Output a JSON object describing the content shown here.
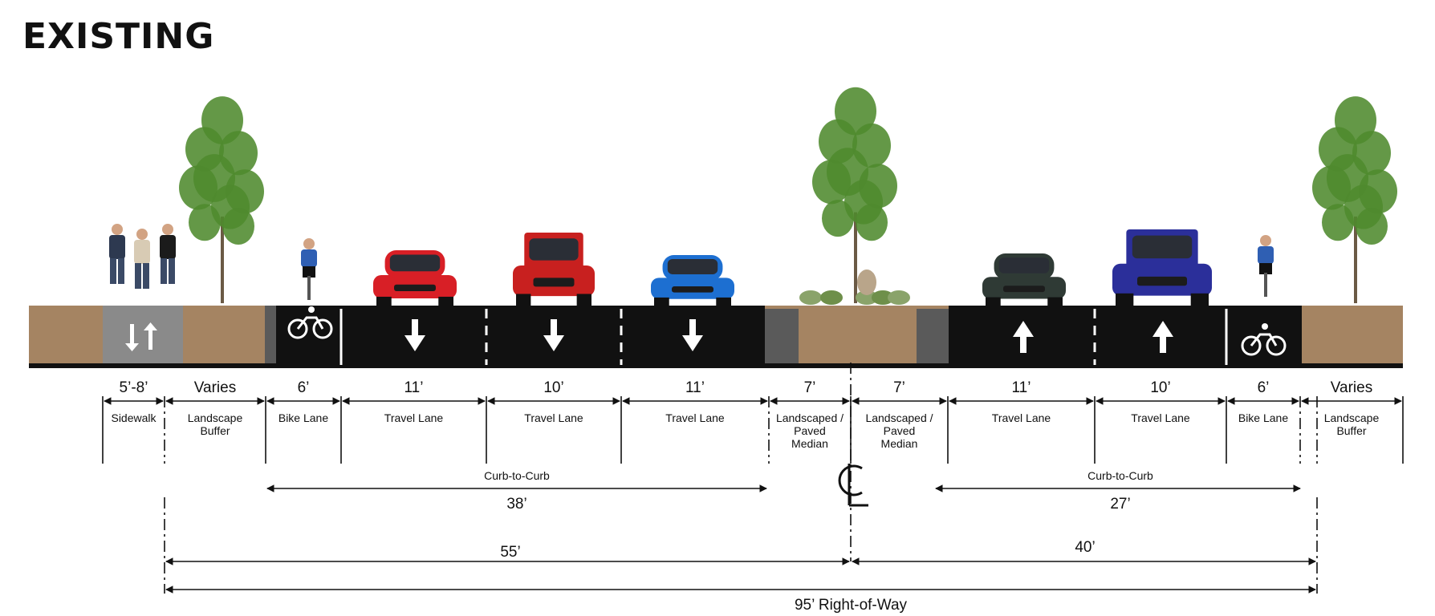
{
  "title": "EXISTING",
  "segments": [
    {
      "id": "sidewalk",
      "dim": "5’-8’",
      "label": [
        "Sidewalk"
      ],
      "icon": "two-way-arrows-icon"
    },
    {
      "id": "landscape-buffer-left",
      "dim": "Varies",
      "label": [
        "Landscape",
        "Buffer"
      ],
      "icon": "tree-icon"
    },
    {
      "id": "bike-lane-left",
      "dim": "6’",
      "label": [
        "Bike Lane"
      ],
      "icon": "bicycle-icon"
    },
    {
      "id": "travel-lane-1",
      "dim": "11’",
      "label": [
        "Travel Lane"
      ],
      "icon": "arrow-down-icon"
    },
    {
      "id": "travel-lane-2",
      "dim": "10’",
      "label": [
        "Travel Lane"
      ],
      "icon": "arrow-down-icon"
    },
    {
      "id": "travel-lane-3",
      "dim": "11’",
      "label": [
        "Travel Lane"
      ],
      "icon": "arrow-down-icon"
    },
    {
      "id": "median-left",
      "dim": "7’",
      "label": [
        "Landscaped /",
        "Paved",
        "Median"
      ],
      "icon": "tree-icon"
    },
    {
      "id": "median-right",
      "dim": "7’",
      "label": [
        "Landscaped /",
        "Paved",
        "Median"
      ],
      "icon": "tree-icon"
    },
    {
      "id": "travel-lane-4",
      "dim": "11’",
      "label": [
        "Travel Lane"
      ],
      "icon": "arrow-up-icon"
    },
    {
      "id": "travel-lane-5",
      "dim": "10’",
      "label": [
        "Travel Lane"
      ],
      "icon": "arrow-up-icon"
    },
    {
      "id": "bike-lane-right",
      "dim": "6’",
      "label": [
        "Bike Lane"
      ],
      "icon": "bicycle-icon"
    },
    {
      "id": "landscape-buffer-right",
      "dim": "Varies",
      "label": [
        "Landscape",
        "Buffer"
      ],
      "icon": "tree-icon"
    }
  ],
  "curb_left": {
    "label": "Curb-to-Curb",
    "value": "38’"
  },
  "curb_right": {
    "label": "Curb-to-Curb",
    "value": "27’"
  },
  "half_left": "55’",
  "half_right": "40’",
  "row_total": "95’ Right-of-Way",
  "centerline_symbol": "centerline-icon",
  "colors": {
    "asphalt": "#111111",
    "soil": "#a58462",
    "sidewalk": "#8a8a8a",
    "curb": "#5a5a5a",
    "foliage": "#4f8a2e",
    "marking": "#ffffff"
  }
}
